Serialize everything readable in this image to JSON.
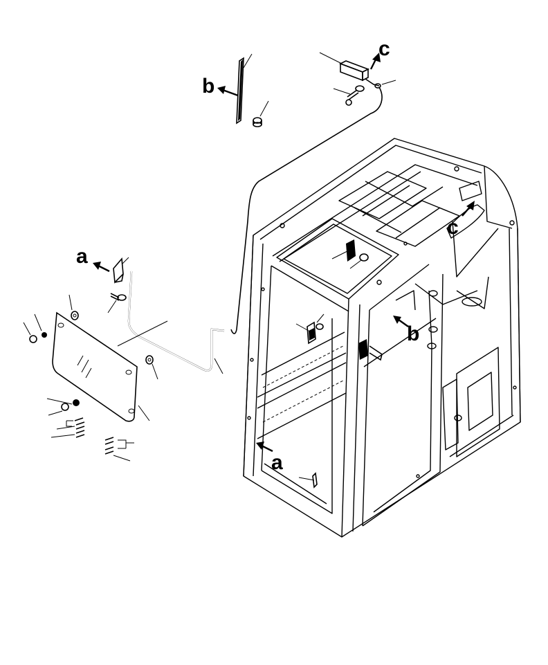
{
  "diagram": {
    "labels": {
      "b_top": "b",
      "c_top": "c",
      "a_left": "a",
      "c_cab": "c",
      "b_cab": "b",
      "a_cab": "a"
    }
  }
}
